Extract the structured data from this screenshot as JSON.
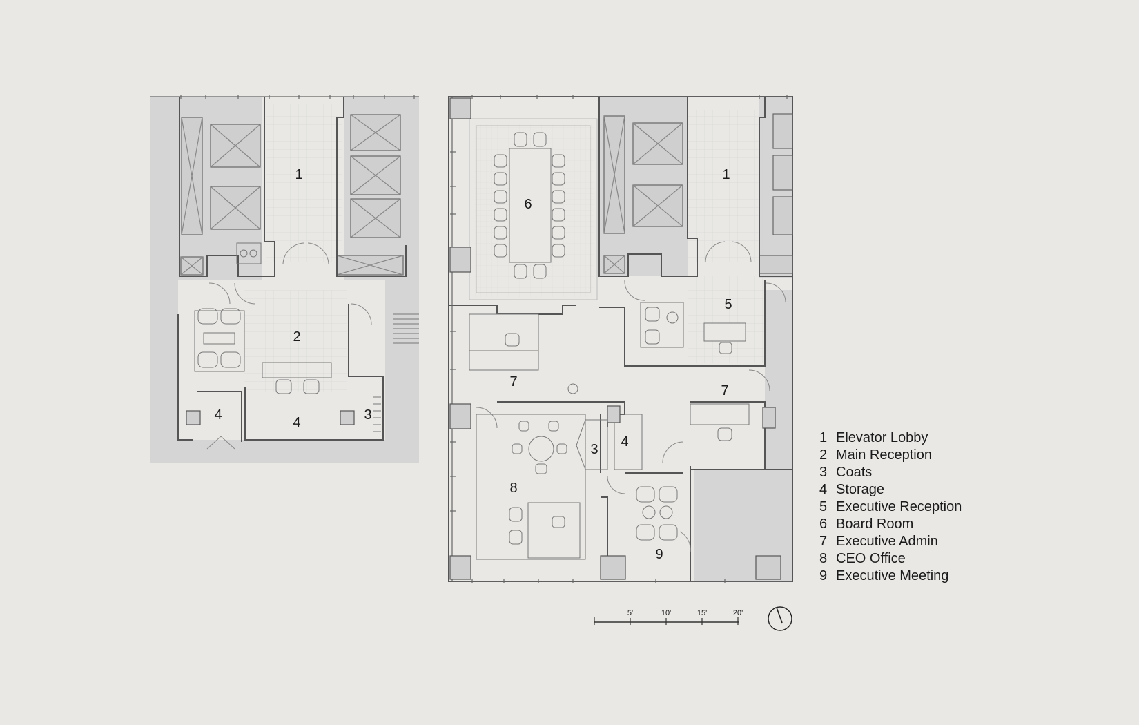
{
  "colors": {
    "background": "#e9e8e5",
    "core": "#d5d5d5",
    "wall": "#555555",
    "line": "#a8a8a8",
    "text": "#1b1b1b"
  },
  "left_plan": {
    "rooms": [
      {
        "num": "1",
        "name": "Elevator Lobby"
      },
      {
        "num": "2",
        "name": "Main Reception"
      },
      {
        "num": "4",
        "name": "Storage"
      },
      {
        "num": "4",
        "name": "Storage"
      },
      {
        "num": "3",
        "name": "Coats"
      }
    ]
  },
  "right_plan": {
    "rooms": [
      {
        "num": "6",
        "name": "Board Room"
      },
      {
        "num": "1",
        "name": "Elevator Lobby"
      },
      {
        "num": "5",
        "name": "Executive Reception"
      },
      {
        "num": "7",
        "name": "Executive Admin"
      },
      {
        "num": "7",
        "name": "Executive Admin"
      },
      {
        "num": "3",
        "name": "Coats"
      },
      {
        "num": "4",
        "name": "Storage"
      },
      {
        "num": "8",
        "name": "CEO Office"
      },
      {
        "num": "9",
        "name": "Executive Meeting"
      }
    ]
  },
  "legend": [
    {
      "num": "1",
      "label": "Elevator Lobby"
    },
    {
      "num": "2",
      "label": "Main Reception"
    },
    {
      "num": "3",
      "label": "Coats"
    },
    {
      "num": "4",
      "label": "Storage"
    },
    {
      "num": "5",
      "label": "Executive Reception"
    },
    {
      "num": "6",
      "label": "Board Room"
    },
    {
      "num": "7",
      "label": "Executive Admin"
    },
    {
      "num": "8",
      "label": "CEO Office"
    },
    {
      "num": "9",
      "label": "Executive Meeting"
    }
  ],
  "scale_bar": {
    "ticks": [
      "5'",
      "10'",
      "15'",
      "20'"
    ]
  },
  "north_arrow": {
    "icon": "north-arrow-icon"
  }
}
